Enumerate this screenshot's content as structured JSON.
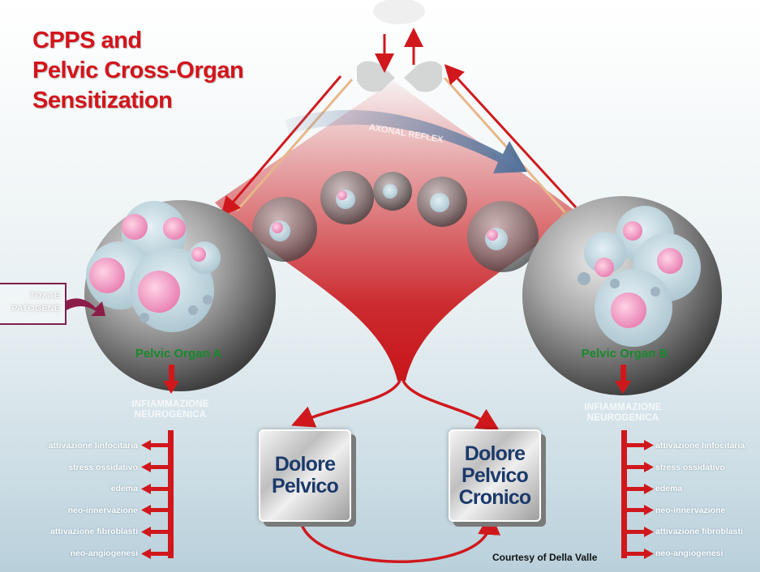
{
  "title": {
    "line1": "CPPS and",
    "line2": "Pelvic Cross-Organ",
    "line3": "Sensitization"
  },
  "diagram": {
    "axonal_reflex": "AXONAL REFLEX",
    "organ_a": "Pelvic Organ A",
    "organ_b": "Pelvic Organ B",
    "trigger_line1": "TOXAE",
    "trigger_line2": "PATOGENE",
    "inflammation_left": {
      "line1": "INFIAMMAZIONE",
      "line2": "NEUROGENICA"
    },
    "inflammation_right": {
      "line1": "INFIAMMAZIONE",
      "line2": "NEUROGENICA"
    },
    "pain_box_1": {
      "line1": "Dolore",
      "line2": "Pelvico"
    },
    "pain_box_2": {
      "line1": "Dolore",
      "line2": "Pelvico",
      "line3": "Cronico"
    },
    "effects_left": [
      "attivazione linfocitaria",
      "stress ossidativo",
      "edema",
      "neo-innervazione",
      "attivazione fibroblasti",
      "neo-angiogenesi"
    ],
    "effects_right": [
      "attivazione linfocitaria",
      "stress ossidativo",
      "edema",
      "neo-innervazione",
      "attivazione fibroblasti",
      "neo-angiogenesi"
    ],
    "credit": "Courtesy of Della Valle"
  },
  "colors": {
    "title_red": "#d4141b",
    "arrow_red": "#d0181c",
    "organ_label_green": "#168a2a",
    "pain_text_navy": "#1b3a6b",
    "trigger_border": "#7d2050"
  }
}
